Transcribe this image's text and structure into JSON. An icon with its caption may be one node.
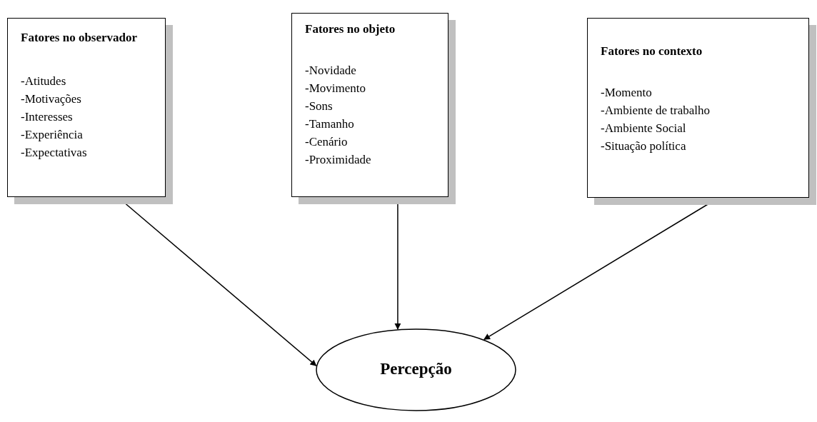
{
  "diagram": {
    "nodes": [
      {
        "text": [
          "Fatores no observador",
          "-Atitudes",
          "-Motivações",
          "-Interesses",
          "-Experiência",
          "-Expectativas"
        ]
      },
      {
        "text": [
          "Fatores no objeto",
          "-Novidade",
          "-Movimento",
          "-Sons",
          "-Tamanho",
          "-Cenário",
          "-Proximidade"
        ]
      },
      {
        "text": [
          "Fatores no contexto",
          "-Momento",
          "-Ambiente de trabalho",
          "-Ambiente Social",
          "-Situação política"
        ]
      },
      {
        "text": [
          "Percepção"
        ]
      }
    ],
    "edges": [
      {
        "from": 0,
        "to": 3,
        "arrow": "to"
      },
      {
        "from": 1,
        "to": 3,
        "arrow": "to"
      },
      {
        "from": 2,
        "to": 3,
        "arrow": "to"
      }
    ]
  }
}
